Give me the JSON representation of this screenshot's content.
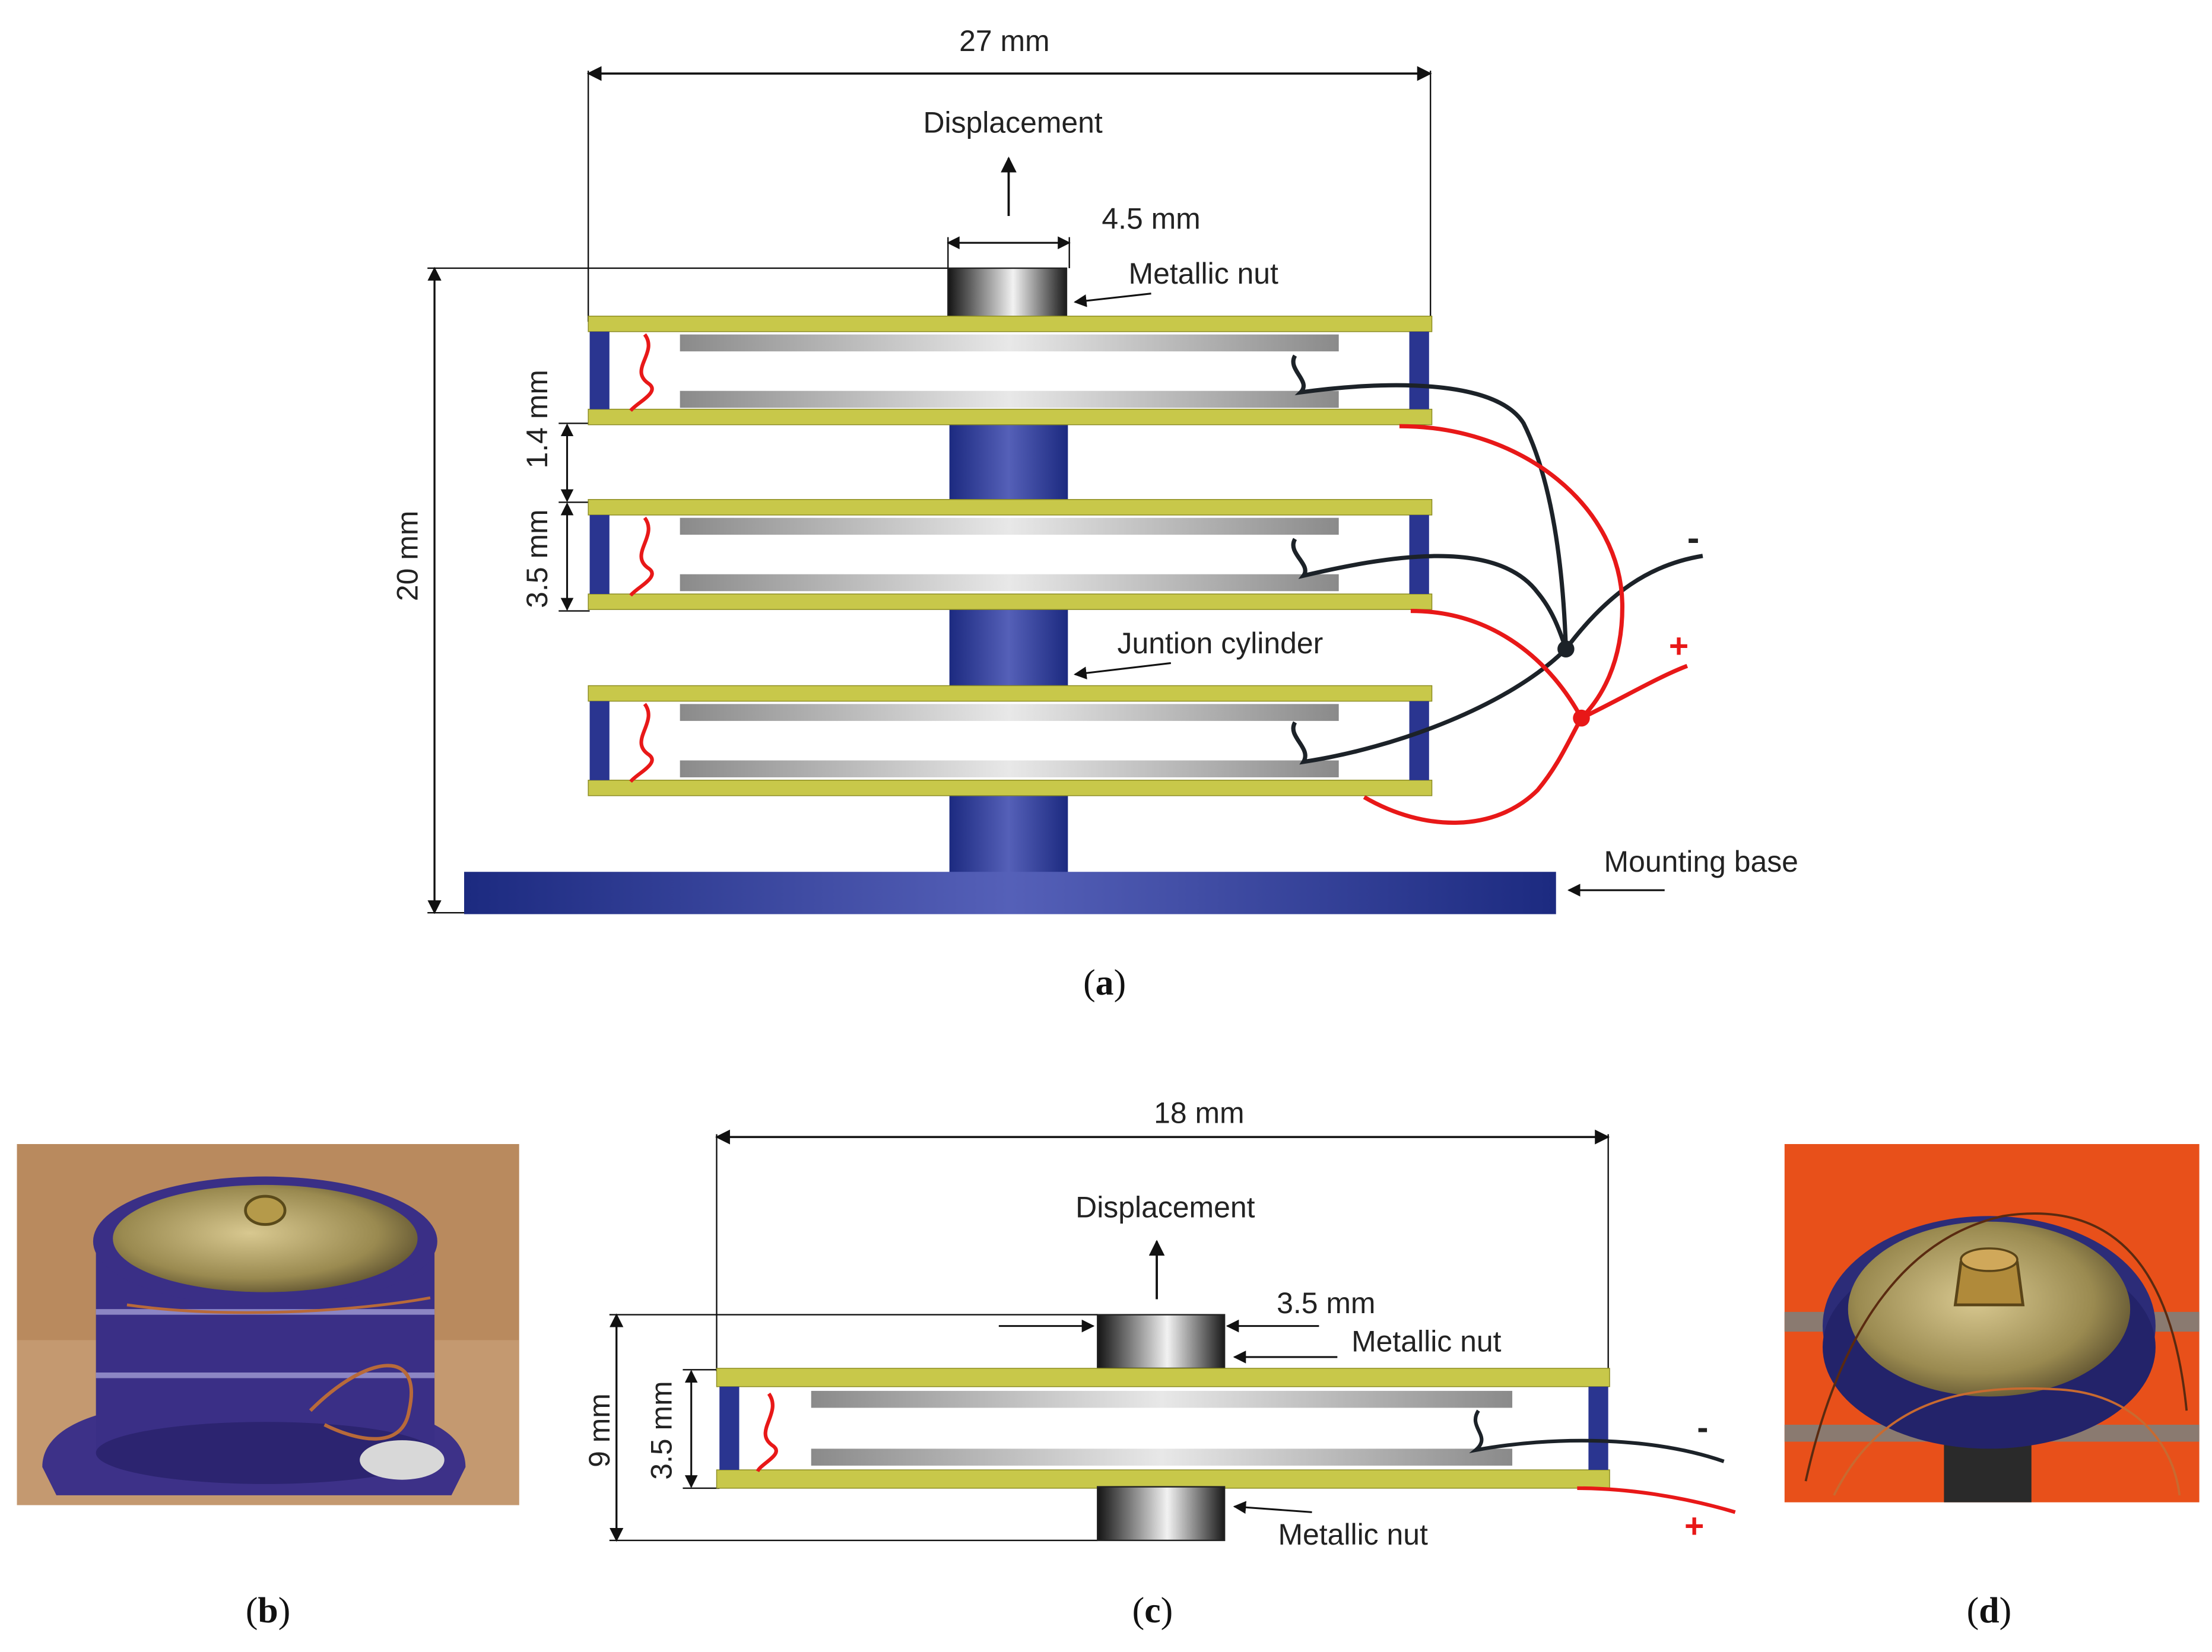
{
  "panel_a": {
    "dim_width": "27 mm",
    "dim_height": "20 mm",
    "dim_nut": "4.5 mm",
    "dim_gap": "1.4 mm",
    "dim_cell": "3.5 mm",
    "displacement": "Displacement",
    "metallic_nut": "Metallic nut",
    "junction_cylinder": "Juntion cylinder",
    "mounting_base": "Mounting base",
    "minus": "-",
    "plus": "+",
    "caption_letter": "a"
  },
  "panel_b": {
    "caption_letter": "b"
  },
  "panel_c": {
    "dim_width": "18 mm",
    "dim_height": "9 mm",
    "dim_cell": "3.5 mm",
    "dim_nut": "3.5 mm",
    "displacement": "Displacement",
    "metallic_nut_top": "Metallic nut",
    "metallic_nut_bottom": "Metallic nut",
    "minus": "-",
    "plus": "+",
    "caption_letter": "c"
  },
  "panel_d": {
    "caption_letter": "d"
  },
  "colors": {
    "plate": "#c8c84a",
    "spacer": "#2a3590",
    "wire_positive": "#e81818",
    "wire_negative": "#1c2228",
    "photo_b_background": "#b98a5e",
    "photo_d_background": "#e8501a"
  }
}
